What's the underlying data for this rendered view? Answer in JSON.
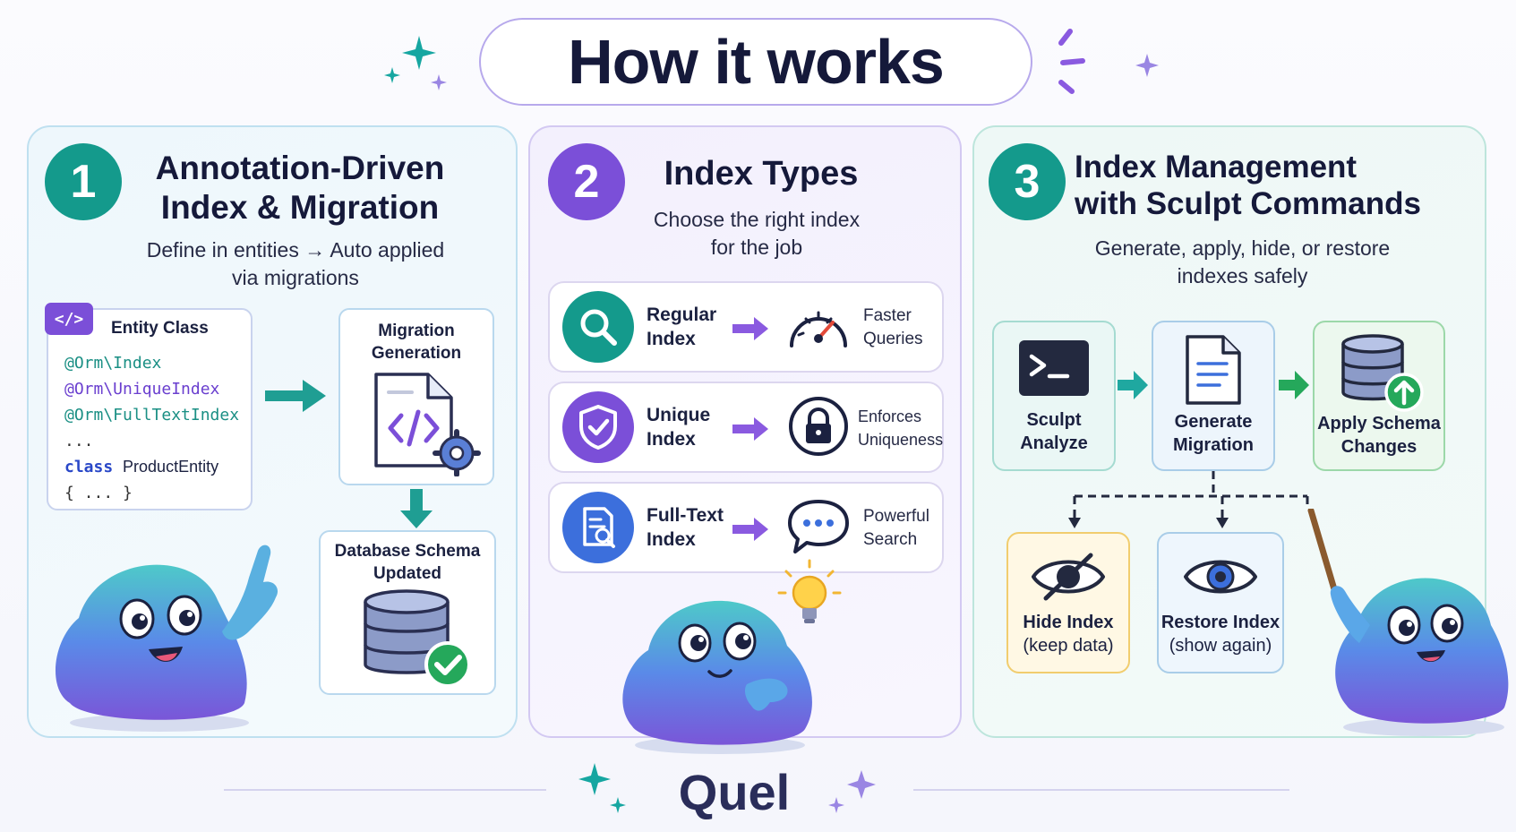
{
  "title": "How it works",
  "footer_brand": "Quel",
  "steps": [
    {
      "number": "1",
      "title_line1": "Annotation-Driven",
      "title_line2": "Index & Migration",
      "subtitle_line1": "Define in entities → Auto applied",
      "subtitle_line2": "via migrations",
      "entity_badge": "</>",
      "entity_title": "Entity Class",
      "code_lines": [
        "@Orm\\Index",
        "@Orm\\UniqueIndex",
        "@Orm\\FullTextIndex",
        "..."
      ],
      "class_keyword": "class",
      "class_name": "ProductEntity",
      "class_body": "{ ... }",
      "migration_label_line1": "Migration",
      "migration_label_line2": "Generation",
      "schema_label_line1": "Database Schema",
      "schema_label_line2": "Updated"
    },
    {
      "number": "2",
      "title": "Index Types",
      "subtitle_line1": "Choose the right index",
      "subtitle_line2": "for the job",
      "rows": [
        {
          "name_line1": "Regular",
          "name_line2": "Index",
          "result_line1": "Faster",
          "result_line2": "Queries",
          "icon": "magnifier-icon",
          "result_icon": "speedometer-icon"
        },
        {
          "name_line1": "Unique",
          "name_line2": "Index",
          "result_line1": "Enforces",
          "result_line2": "Uniqueness",
          "icon": "shield-check-icon",
          "result_icon": "lock-icon"
        },
        {
          "name_line1": "Full-Text",
          "name_line2": "Index",
          "result_line1": "Powerful",
          "result_line2": "Search",
          "icon": "document-search-icon",
          "result_icon": "chat-bubble-icon"
        }
      ]
    },
    {
      "number": "3",
      "title_line1": "Index Management",
      "title_line2": "with Sculpt Commands",
      "subtitle_line1": "Generate, apply, hide, or restore",
      "subtitle_line2": "indexes safely",
      "flow": [
        {
          "line1": "Sculpt",
          "line2": "Analyze",
          "icon": "terminal-icon"
        },
        {
          "line1": "Generate",
          "line2": "Migration",
          "icon": "document-icon"
        },
        {
          "line1": "Apply Schema",
          "line2": "Changes",
          "icon": "database-upload-icon"
        }
      ],
      "branches": [
        {
          "line1": "Hide Index",
          "line2": "(keep data)",
          "icon": "eye-slash-icon"
        },
        {
          "line1": "Restore Index",
          "line2": "(show again)",
          "icon": "eye-icon"
        }
      ]
    }
  ],
  "colors": {
    "teal": "#149a8c",
    "purple": "#7b4fd8",
    "arrow_teal": "#1f9e93",
    "arrow_purple": "#8a5ae0",
    "arrow_green": "#25a85b",
    "mascot": "#6a7ee8"
  }
}
